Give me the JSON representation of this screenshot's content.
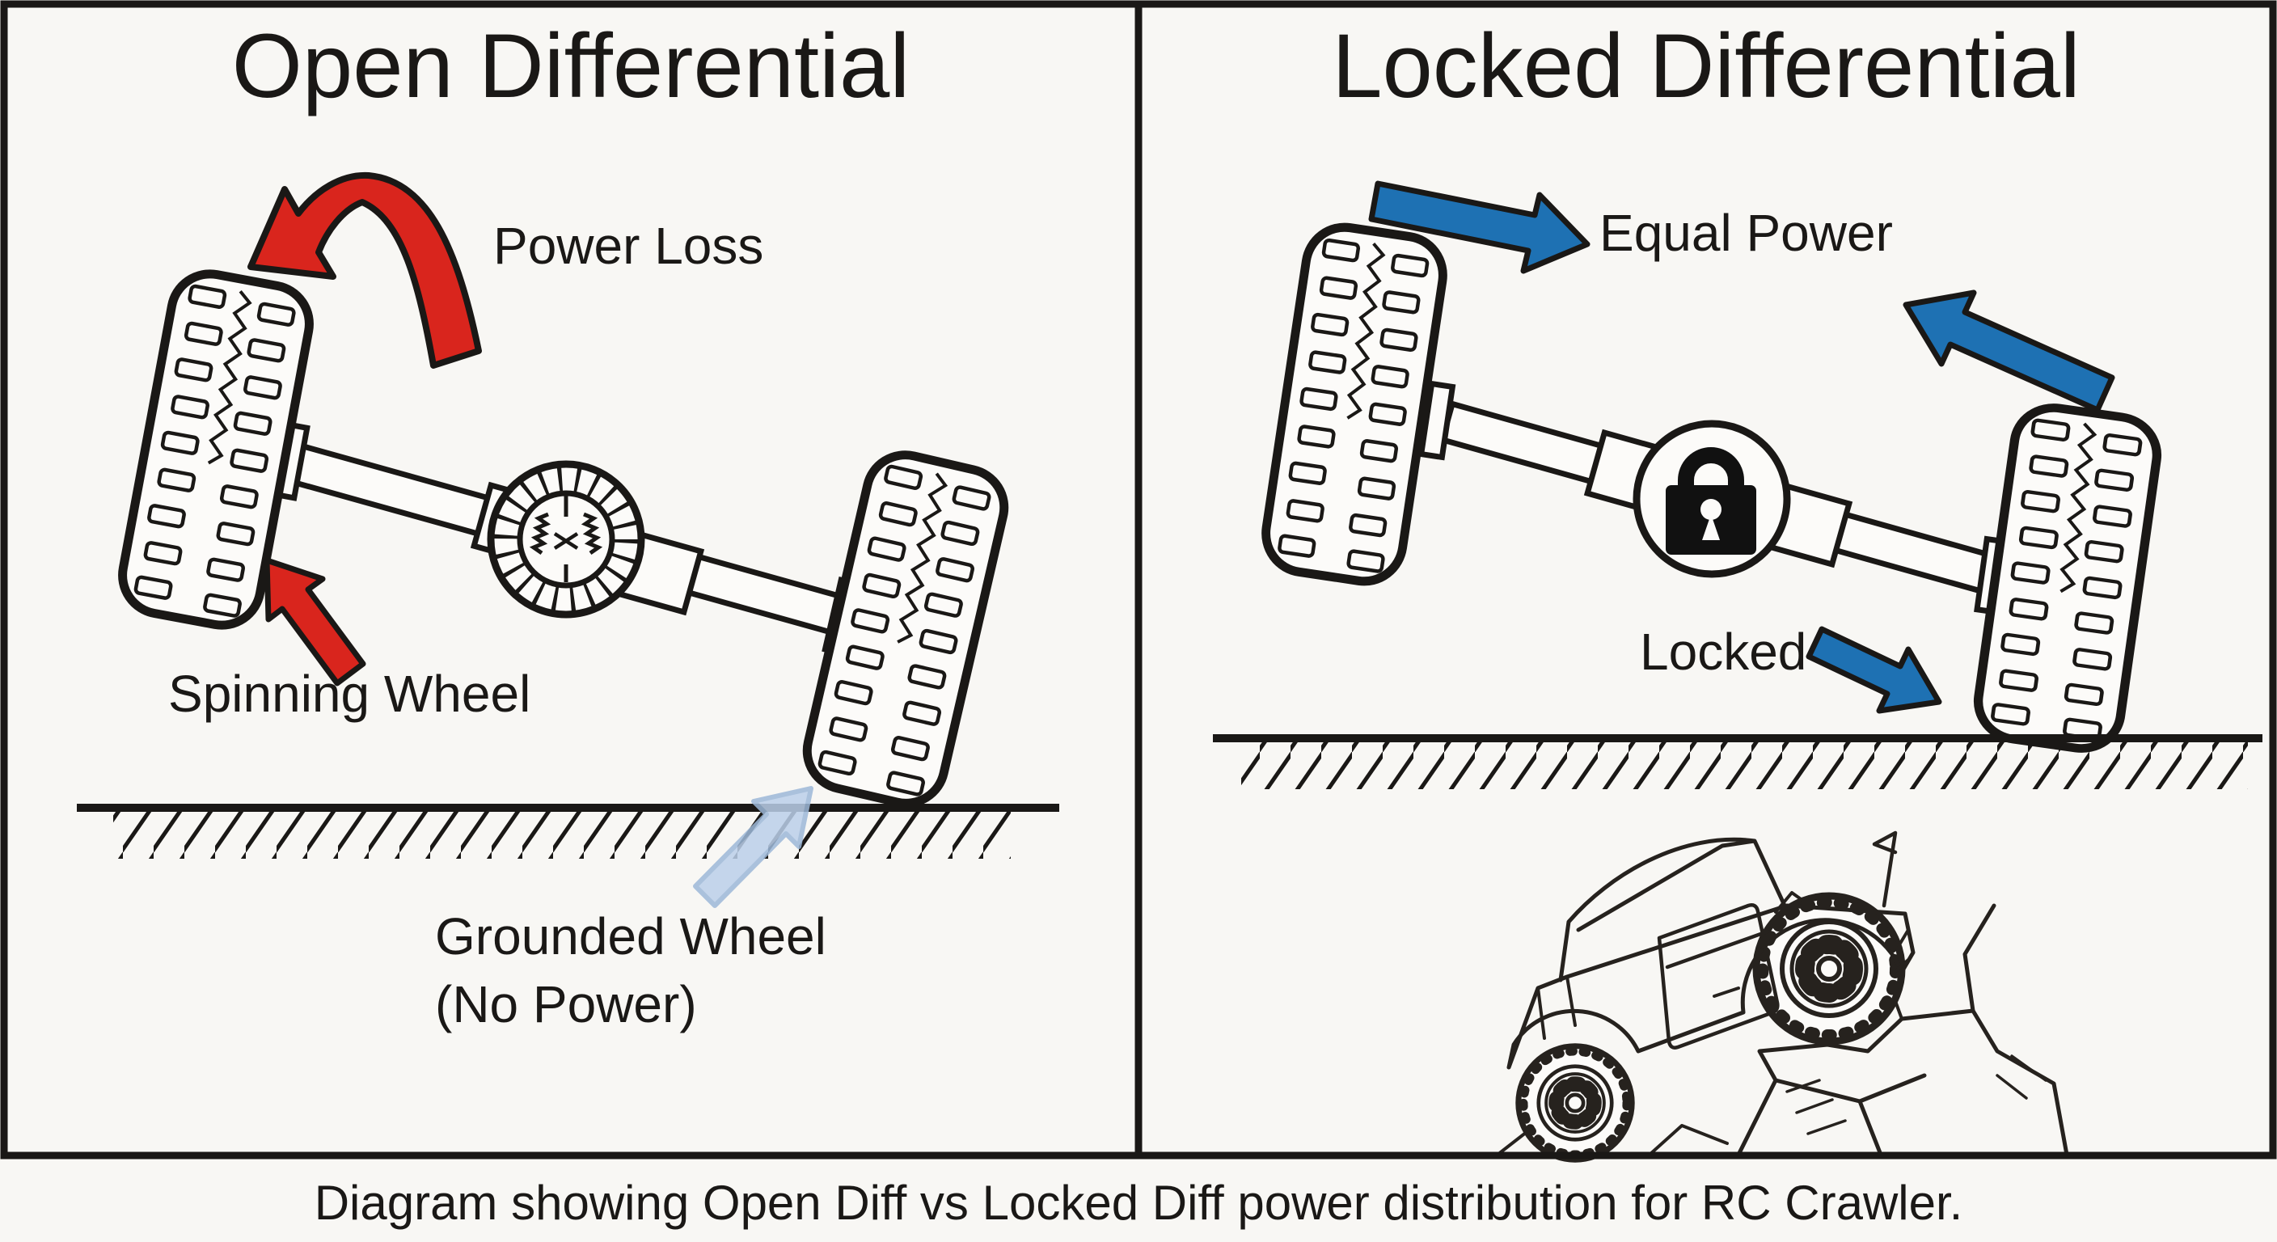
{
  "panels": {
    "open": {
      "title": "Open Differential",
      "power_loss": "Power Loss",
      "spinning_wheel": "Spinning Wheel",
      "grounded_wheel_line1": "Grounded Wheel",
      "grounded_wheel_line2": "(No Power)"
    },
    "locked": {
      "title": "Locked Differential",
      "equal_power": "Equal Power",
      "locked": "Locked"
    }
  },
  "caption": "Diagram showing Open Diff vs Locked Diff power distribution for RC Crawler.",
  "colors": {
    "red": "#d9251d",
    "blue": "#1e71b3",
    "light_blue": "#bcd0ea",
    "light_blue_edge": "#9db8d8",
    "ink": "#1a1816",
    "background": "#f8f7f4"
  },
  "icons": {
    "differential": "differential-gear-icon",
    "lock": "padlock-icon",
    "power_loss_arrow": "curved-hook-arrow-icon",
    "spinning_arrow": "up-left-arrow-icon",
    "grounded_arrow": "up-right-arrow-icon",
    "equal_power_arrow": "right-arrow-icon",
    "return_arrow": "up-left-arrow-icon",
    "locked_arrow": "down-right-arrow-icon"
  }
}
